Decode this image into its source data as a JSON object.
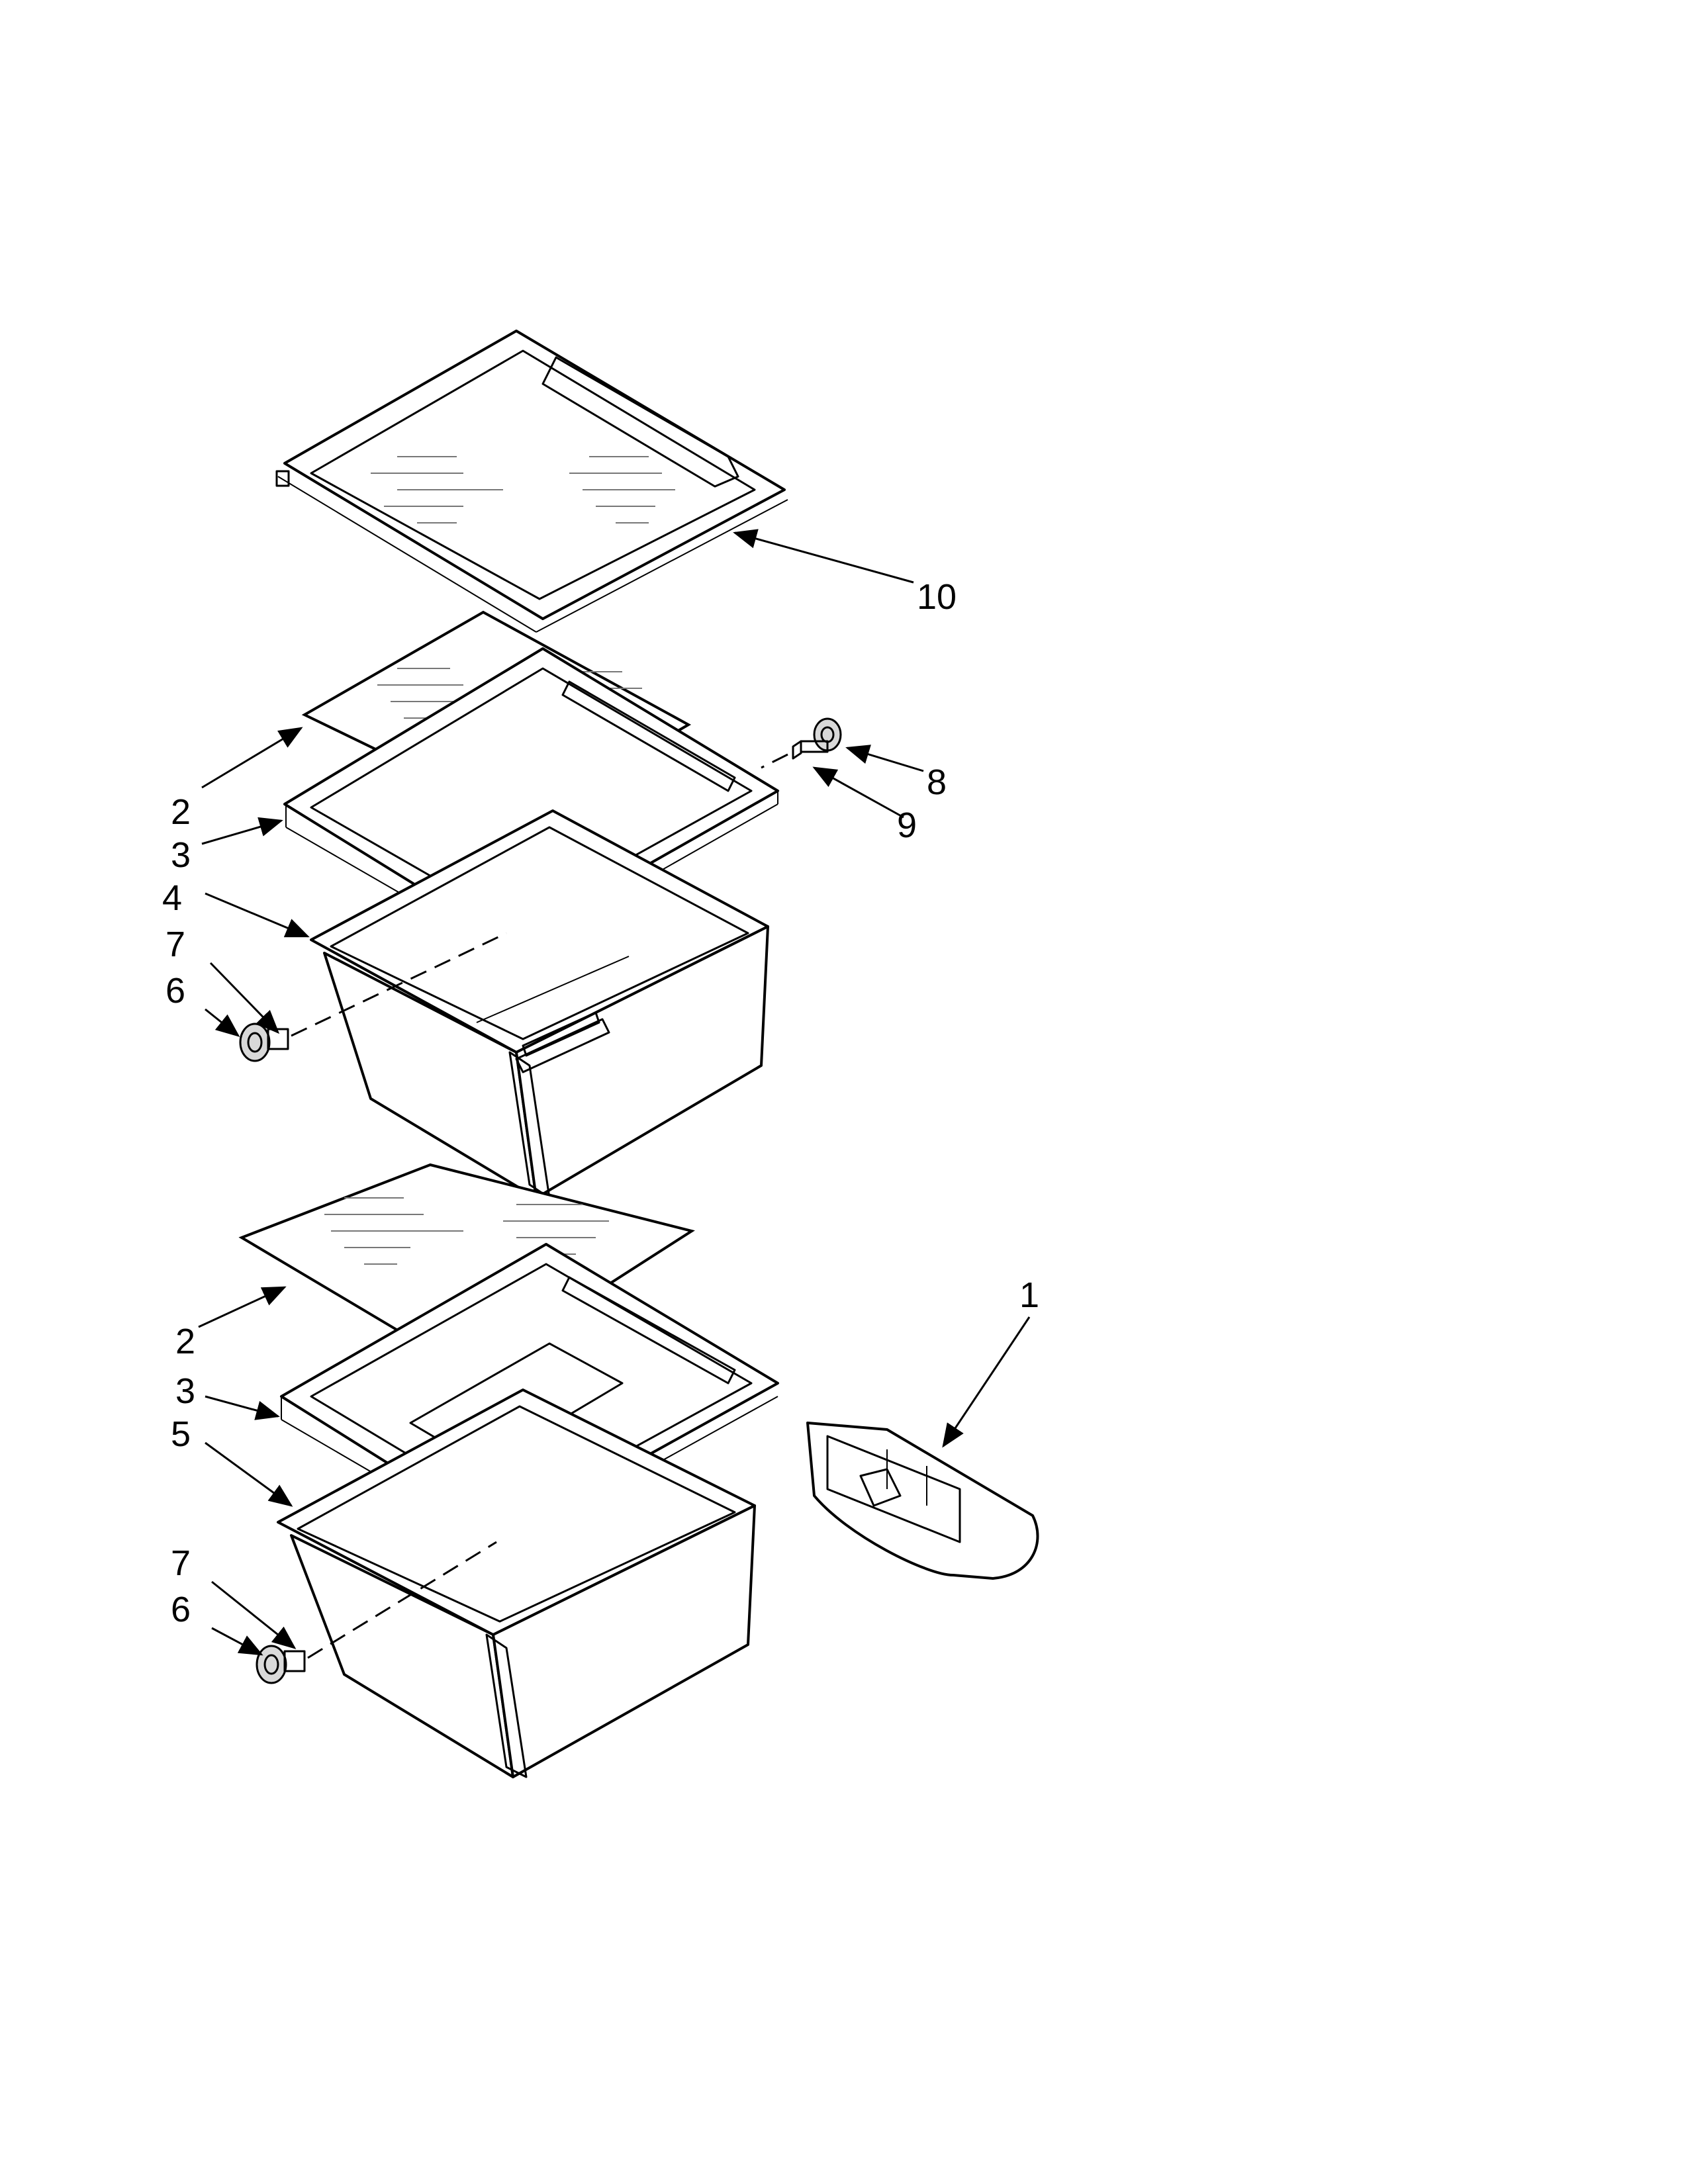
{
  "callouts": {
    "c1": "1",
    "c2a": "2",
    "c2b": "2",
    "c3a": "3",
    "c3b": "3",
    "c4": "4",
    "c5": "5",
    "c6a": "6",
    "c6b": "6",
    "c7a": "7",
    "c7b": "7",
    "c8": "8",
    "c9": "9",
    "c10": "10"
  }
}
